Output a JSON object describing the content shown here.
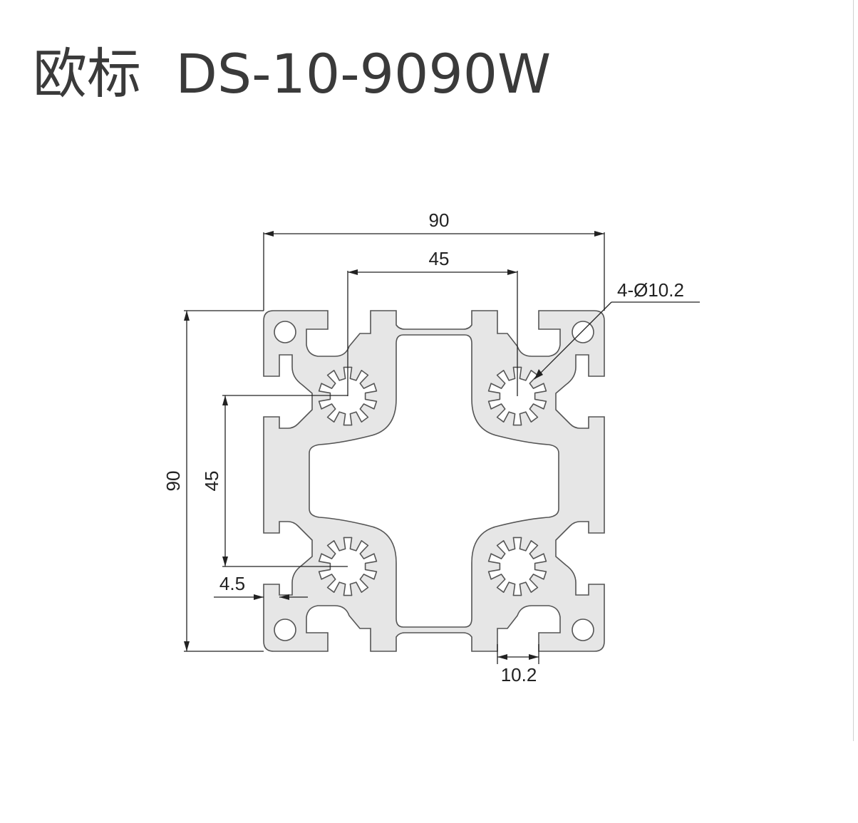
{
  "title": "欧标  DS-10-9090W",
  "dimensions": {
    "overall_width": "90",
    "center_spacing_horizontal": "45",
    "hole_callout": "4-Ø10.2",
    "overall_height": "90",
    "center_spacing_vertical": "45",
    "lip_depth": "4.5",
    "slot_width": "10.2"
  },
  "colors": {
    "profile_fill": "#e6e6e6",
    "outline": "#555555",
    "text": "#3a3a3a"
  }
}
